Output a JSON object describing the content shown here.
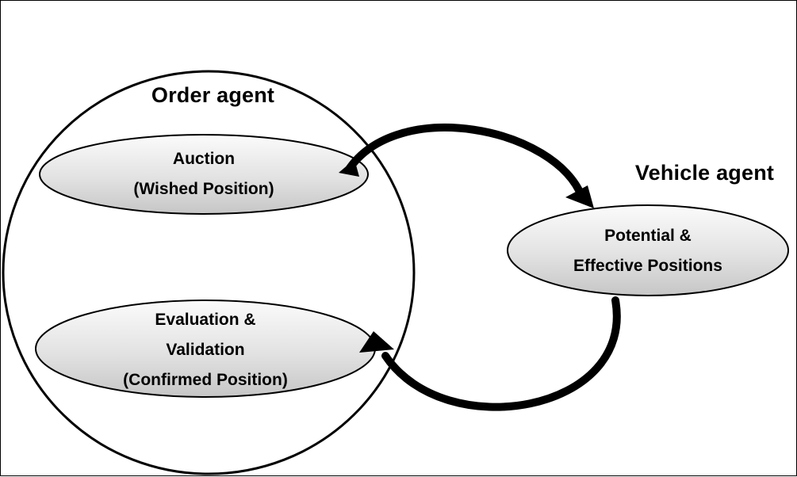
{
  "order_agent": {
    "title": "Order agent",
    "auction": {
      "line1": "Auction",
      "line2": "(Wished Position)"
    },
    "evaluation": {
      "line1": "Evaluation  &",
      "line2": "Validation",
      "line3": "(Confirmed Position)"
    }
  },
  "vehicle_agent": {
    "title": "Vehicle agent",
    "positions": {
      "line1": "Potential &",
      "line2": "Effective Positions"
    }
  },
  "colors": {
    "line": "#000000",
    "node_fill_light": "#f7f7f7",
    "node_fill_dark": "#c9c9c9",
    "background": "#ffffff"
  }
}
